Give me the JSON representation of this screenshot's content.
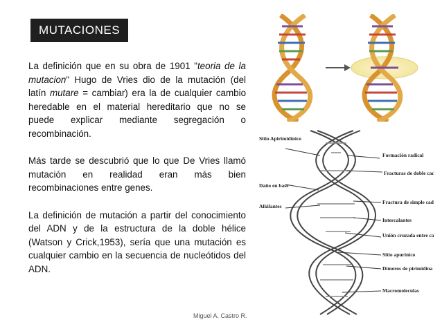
{
  "slide": {
    "title": "MUTACIONES",
    "p1_a": "La definición que en su obra de 1901 \"",
    "p1_b": "teoria de la mutacion",
    "p1_c": "\" Hugo de Vries dio de la mutación (del latín ",
    "p1_d": "mutare",
    "p1_e": " = cambiar) era la de cualquier cambio heredable en el material hereditario que no se puede explicar mediante segregación o recombinación.",
    "p2": "Más tarde se descubrió que lo que De Vries llamó mutación en realidad eran más bien recombinaciones entre genes.",
    "p3": "La definición de mutación a partir del conocimiento del ADN y de la estructura de la doble hélice (Watson y Crick,1953), sería que una mutación es cualquier cambio en la secuencia de nucleótidos del ADN.",
    "footer": "Miguel A. Castro R."
  },
  "diagram": {
    "labels": {
      "sitio_apirimidinico": "Sitio Apirimidínico",
      "dano_en_base": "Daño en base",
      "alkilantes": "Alkilantes",
      "formacion_radical": "Formación radical",
      "fracturas_doble_cadena": "Fracturas de doble cadena",
      "fractura_simple_cadena": "Fractura de simple cadena",
      "intercalantes": "Intercalantes",
      "union_cruzada": "Unión cruzada entre cadenas",
      "sitio_apurinico": "Sitio apurínico",
      "dimeros_pirimidina": "Dímeros de pirimidina",
      "macromoleculas": "Macromoleculas"
    }
  },
  "colors": {
    "helix_backbone": "#d9932e",
    "rung_red": "#c4453a",
    "rung_purple": "#7b4f9a",
    "rung_blue": "#3f6fb0",
    "rung_green": "#5e9a4a",
    "highlight_glow": "#f7eeb0"
  }
}
